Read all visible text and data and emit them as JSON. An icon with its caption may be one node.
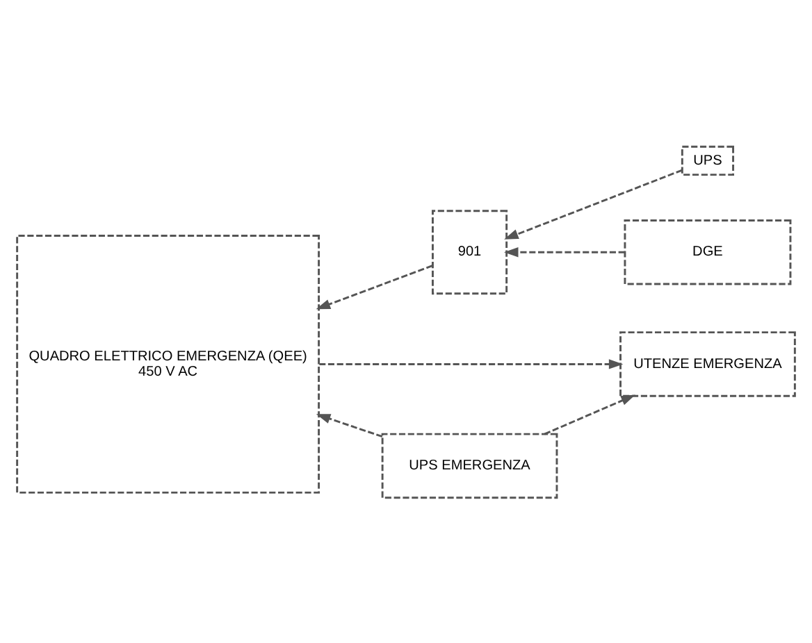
{
  "diagram": {
    "nodes": [
      {
        "text": [
          "UPS"
        ]
      },
      {
        "text": [
          "901"
        ]
      },
      {
        "text": [
          "DGE"
        ]
      },
      {
        "text": [
          "QUADRO ELETTRICO EMERGENZA (QEE)",
          "450 V AC"
        ]
      },
      {
        "text": [
          "UPS EMERGENZA"
        ]
      },
      {
        "text": [
          "UTENZE EMERGENZA"
        ]
      }
    ],
    "edges": [
      {
        "from": 0,
        "to": 1,
        "arrow": "to"
      },
      {
        "from": 2,
        "to": 1,
        "arrow": "to"
      },
      {
        "from": 1,
        "to": 3,
        "arrow": "to"
      },
      {
        "from": 4,
        "to": 3,
        "arrow": "to"
      },
      {
        "from": 4,
        "to": 5,
        "arrow": "to"
      },
      {
        "from": 3,
        "to": 5,
        "arrow": "to"
      }
    ]
  }
}
